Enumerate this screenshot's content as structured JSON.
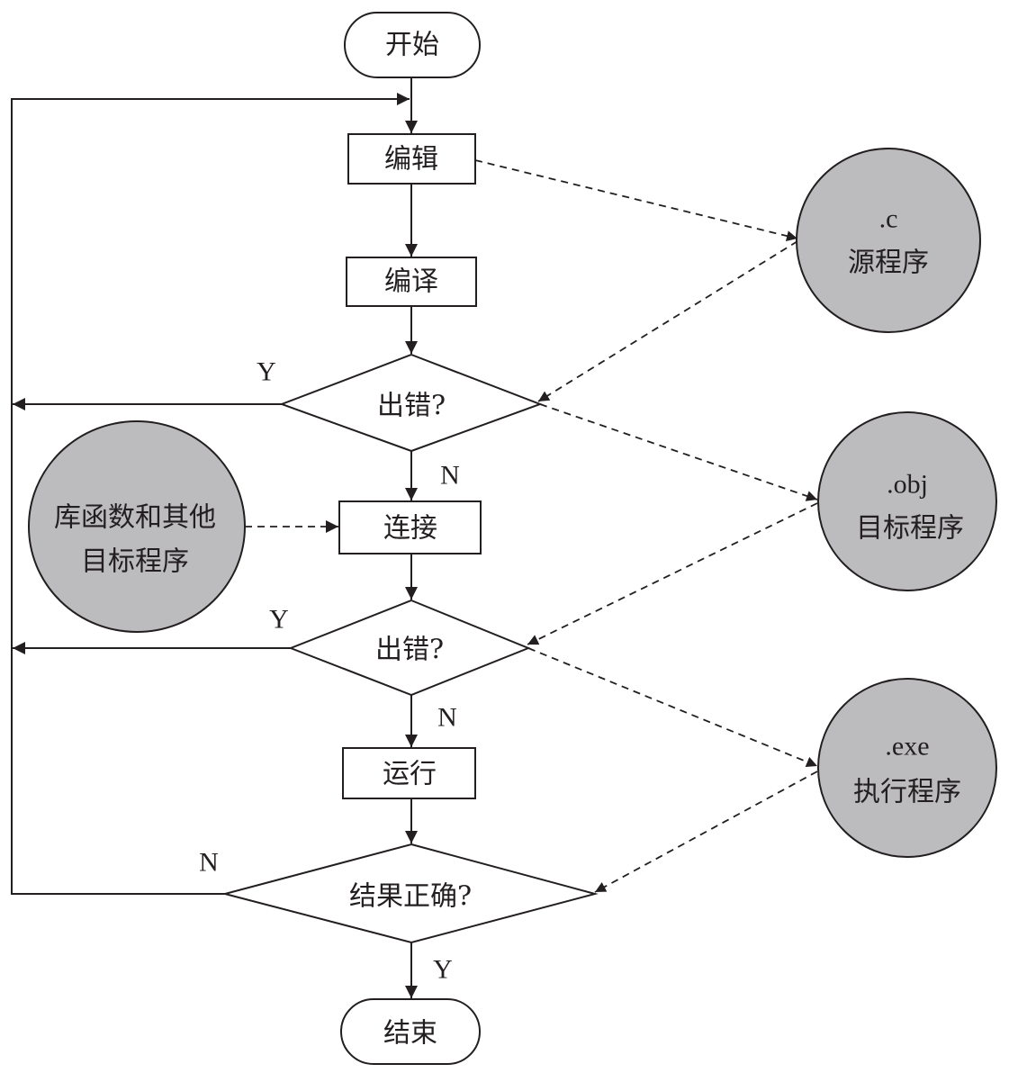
{
  "title": "C程序开发流程图",
  "nodes": {
    "start": "开始",
    "edit": "编辑",
    "compile": "编译",
    "decision_compile_error": "出错?",
    "link": "连接",
    "decision_link_error": "出错?",
    "run": "运行",
    "decision_result_correct": "结果正确?",
    "end": "结束"
  },
  "files": {
    "source": {
      "ext": ".c",
      "label": "源程序"
    },
    "object": {
      "ext": ".obj",
      "label": "目标程序"
    },
    "executable": {
      "ext": ".exe",
      "label": "执行程序"
    },
    "library": {
      "line1": "库函数和其他",
      "line2": "目标程序"
    }
  },
  "branch_labels": {
    "compile_error_yes": "Y",
    "compile_error_no": "N",
    "link_error_yes": "Y",
    "link_error_no": "N",
    "result_no": "N",
    "result_yes": "Y"
  },
  "colors": {
    "line": "#231f20",
    "file_fill": "#bcbbbd",
    "box_fill": "#ffffff"
  }
}
